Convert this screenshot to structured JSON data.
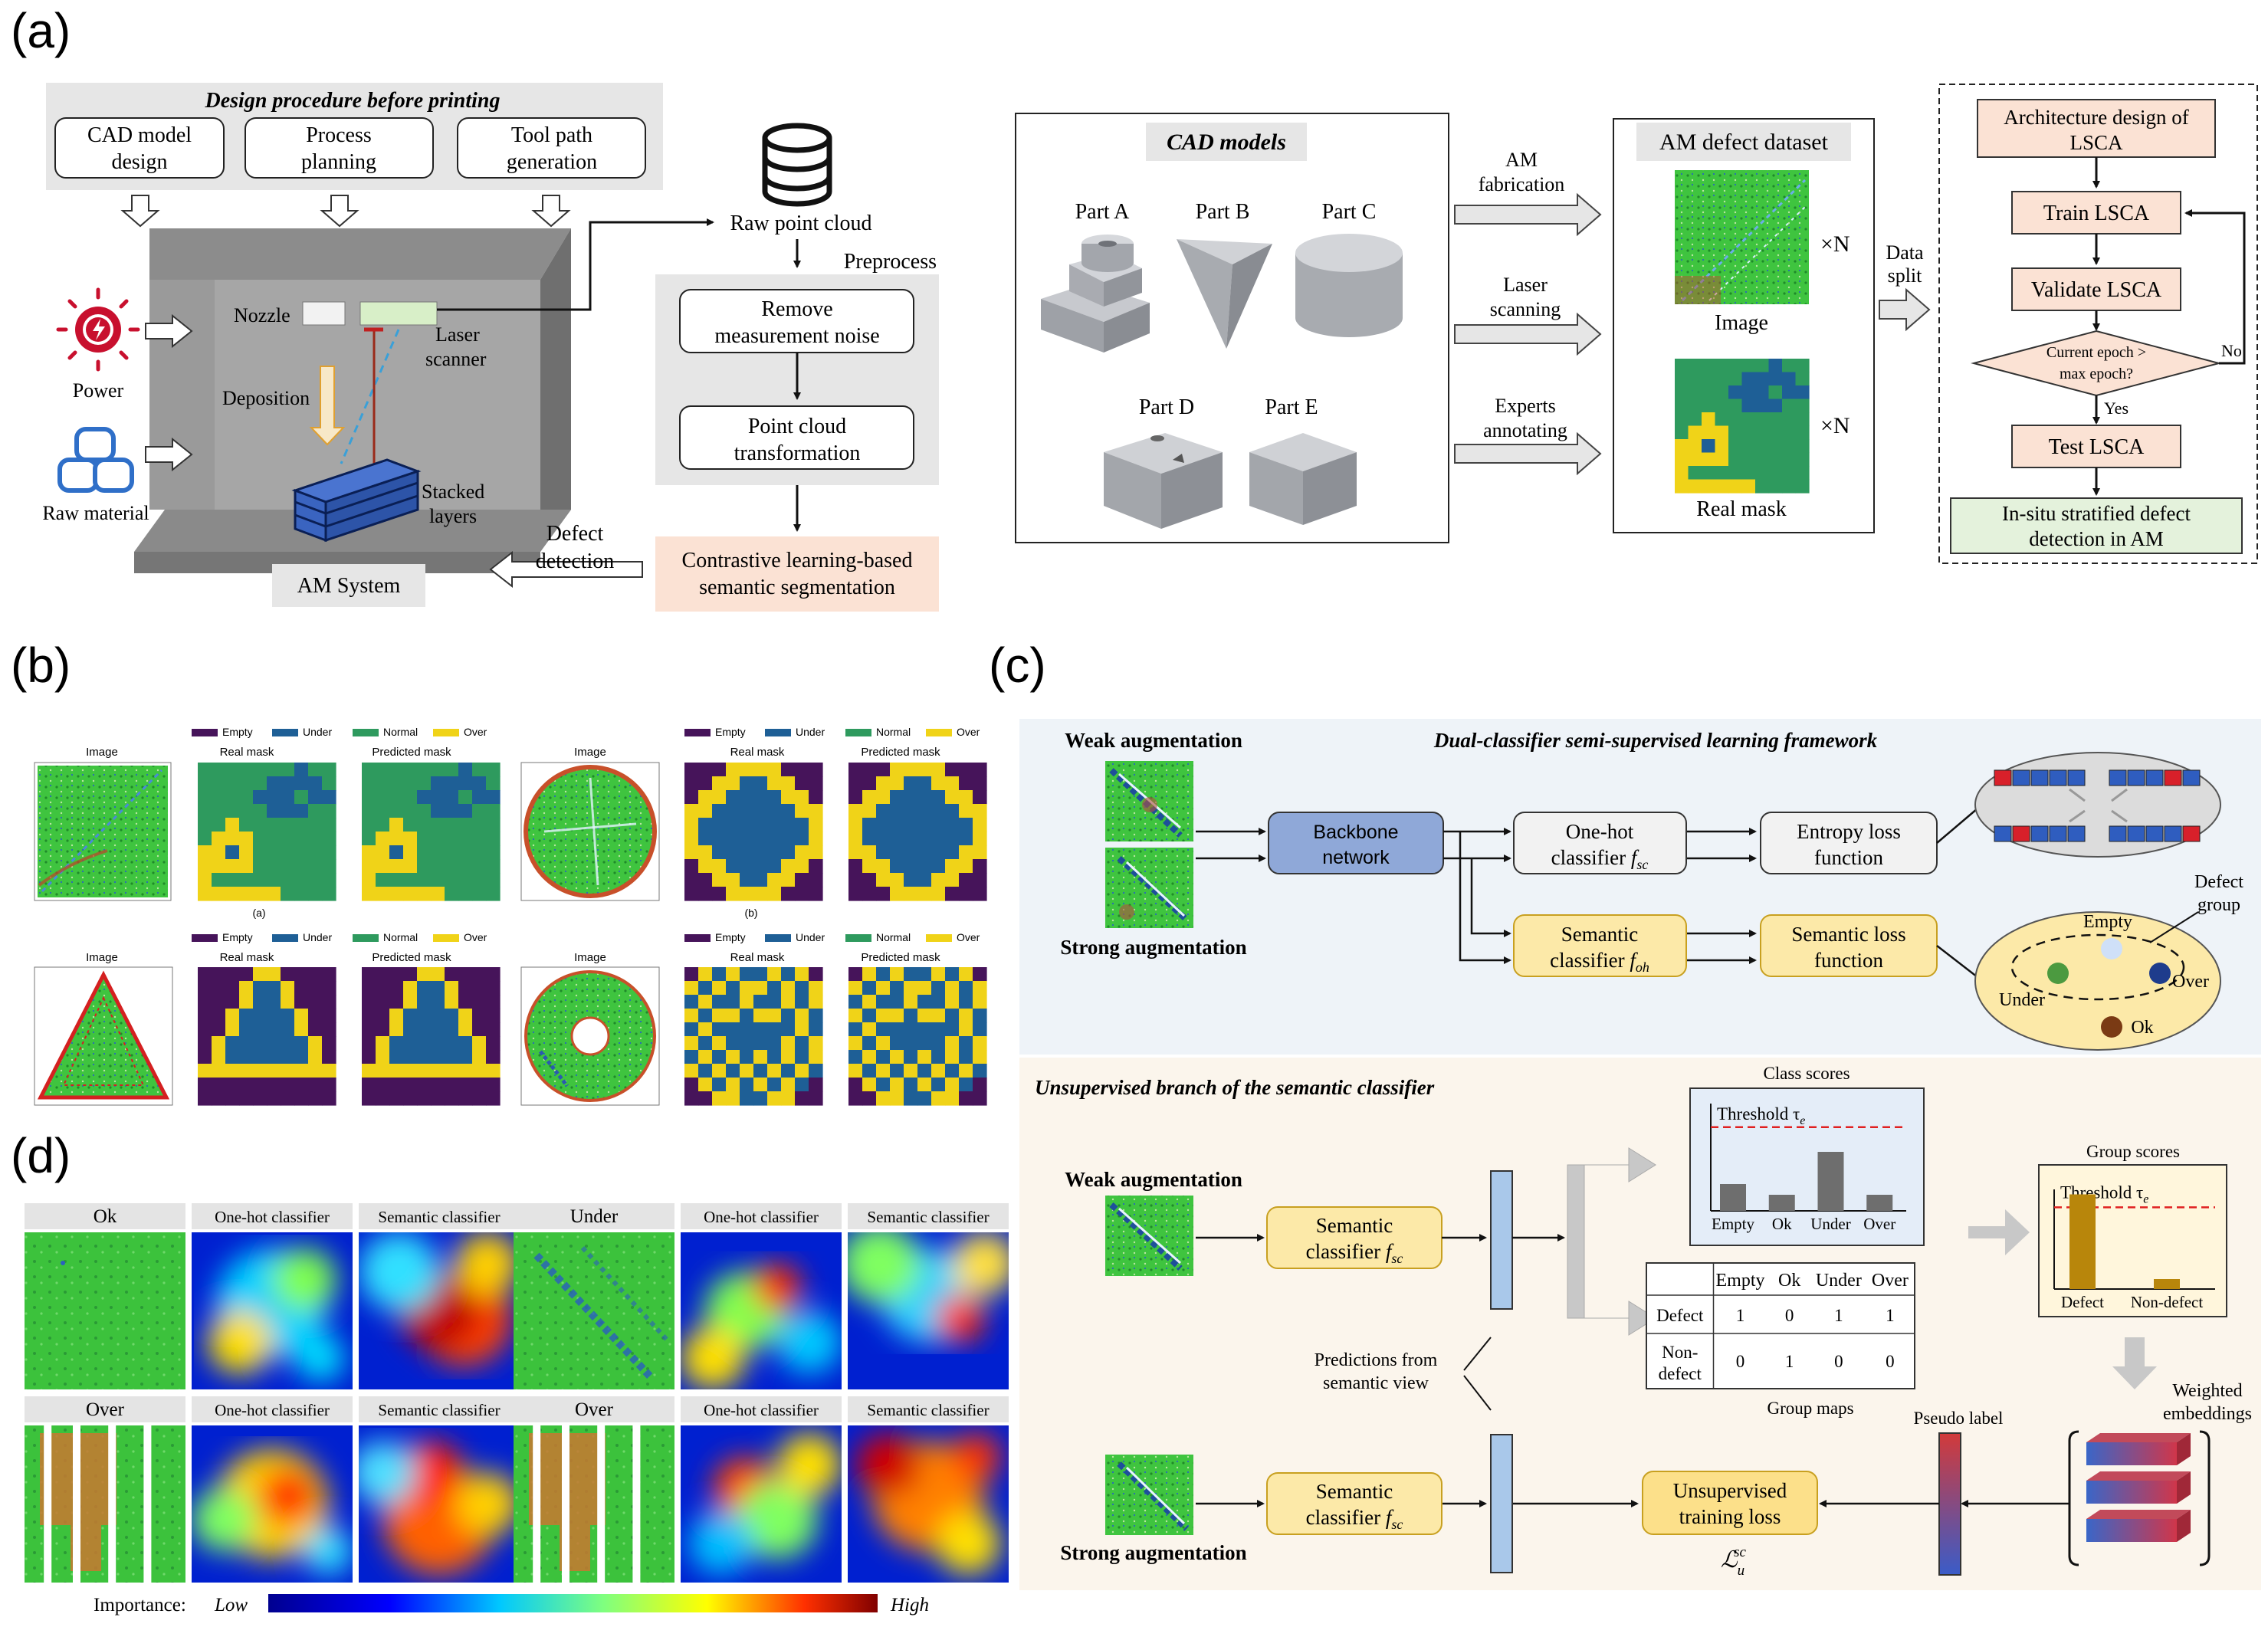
{
  "panel_labels": {
    "a": "(a)",
    "b": "(b)",
    "c": "(c)",
    "d": "(d)"
  },
  "a_left": {
    "design_title": "Design procedure before printing",
    "steps": [
      "CAD model design",
      "Process planning",
      "Tool path generation"
    ],
    "nozzle": "Nozzle",
    "laser_scanner": "Laser scanner",
    "deposition": "Deposition",
    "stacked_layers": "Stacked layers",
    "power": "Power",
    "raw_material": "Raw material",
    "am_system": "AM System",
    "raw_point_cloud": "Raw point cloud",
    "preprocess": "Preprocess",
    "remove_noise": "Remove measurement noise",
    "pc_transform": "Point cloud transformation",
    "contrastive": "Contrastive learning-based semantic segmentation",
    "defect_detection": "Defect detection"
  },
  "a_right": {
    "cad_models": "CAD models",
    "parts": [
      "Part A",
      "Part B",
      "Part C",
      "Part D",
      "Part E"
    ],
    "am_fabrication": "AM fabrication",
    "laser_scanning": "Laser scanning",
    "experts_annotating": "Experts annotating",
    "dataset_title": "AM defect dataset",
    "image_label": "Image",
    "real_mask_label": "Real mask",
    "times_n": "×N",
    "data_split": "Data split",
    "flow": {
      "architecture": "Architecture design of LSCA",
      "train": "Train LSCA",
      "validate": "Validate LSCA",
      "decision": "Current epoch > max epoch?",
      "yes": "Yes",
      "no": "No",
      "test": "Test LSCA",
      "insitu": "In-situ stratified defect detection in AM"
    }
  },
  "b": {
    "legend": [
      "Empty",
      "Under",
      "Normal",
      "Over"
    ],
    "column_labels": [
      "Image",
      "Real mask",
      "Predicted mask"
    ],
    "sub_labels": [
      "(a)",
      "(b)"
    ],
    "colors": {
      "empty": "#46145a",
      "under": "#1e5f96",
      "normal": "#2e9a5e",
      "over": "#f0d318"
    }
  },
  "c": {
    "top_title": "Dual-classifier semi-supervised learning framework",
    "weak_aug": "Weak augmentation",
    "strong_aug": "Strong augmentation",
    "backbone": "Backbone network",
    "onehot": "One-hot classifier",
    "onehot_sub": "sc",
    "semantic": "Semantic classifier",
    "semantic_sub": "oh",
    "entropy": "Entropy loss function",
    "semantic_loss": "Semantic loss function",
    "defect_group": "Defect group",
    "groups": [
      "Empty",
      "Under",
      "Over",
      "Ok"
    ],
    "bottom_title": "Unsupervised branch of the semantic classifier",
    "sem_cls": "Semantic classifier",
    "sem_cls_sub": "sc",
    "predictions": "Predictions from semantic view",
    "class_scores_title": "Class scores",
    "threshold": "Threshold τ",
    "threshold_sub": "e",
    "class_scores": {
      "categories": [
        "Empty",
        "Ok",
        "Under",
        "Over"
      ],
      "values": [
        0.25,
        0.15,
        0.55,
        0.15
      ]
    },
    "group_scores_title": "Group scores",
    "group_scores": {
      "categories": [
        "Defect",
        "Non-defect"
      ],
      "values": [
        0.95,
        0.1
      ]
    },
    "group_maps_label": "Group maps",
    "table": {
      "headers": [
        "",
        "Empty",
        "Ok",
        "Under",
        "Over"
      ],
      "rows": [
        [
          "Defect",
          "1",
          "0",
          "1",
          "1"
        ],
        [
          "Non-defect",
          "0",
          "1",
          "0",
          "0"
        ]
      ]
    },
    "pseudo_label": "Pseudo label",
    "weighted_emb": "Weighted embeddings",
    "unsup_loss": "Unsupervised training loss",
    "loss_symbol": "ℒ",
    "loss_sup": "sc",
    "loss_sub": "u"
  },
  "d": {
    "groups": [
      {
        "title": "Ok",
        "h1": "One-hot classifier",
        "h2": "Semantic classifier"
      },
      {
        "title": "Under",
        "h1": "One-hot classifier",
        "h2": "Semantic classifier"
      },
      {
        "title": "Over",
        "h1": "One-hot classifier",
        "h2": "Semantic classifier"
      },
      {
        "title": "Over",
        "h1": "One-hot classifier",
        "h2": "Semantic classifier"
      }
    ],
    "importance": "Importance:",
    "low": "Low",
    "high": "High"
  }
}
